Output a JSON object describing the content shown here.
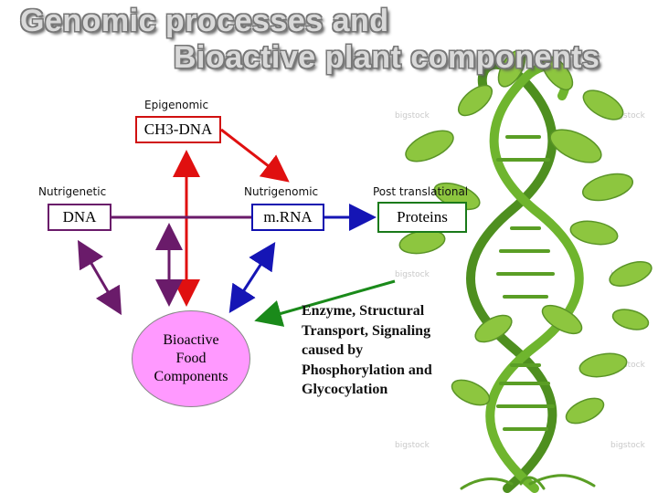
{
  "title": {
    "line1": "Genomic processes and",
    "line2": "Bioactive plant components"
  },
  "labels": {
    "epigenomic": "Epigenomic",
    "nutrigenetic": "Nutrigenetic",
    "nutrigenomic": "Nutrigenomic",
    "post_translational": "Post translational"
  },
  "boxes": {
    "ch3_dna": "CH3-DNA",
    "dna": "DNA",
    "mrna": "m.RNA",
    "proteins": "Proteins"
  },
  "bioactive": [
    "Bioactive",
    "Food",
    "Components"
  ],
  "effects": [
    "Enzyme, Structural",
    "Transport, Signaling",
    "caused by",
    "Phosphorylation and",
    "Glycocylation"
  ],
  "colors": {
    "red": "#e01010",
    "purple": "#6a1b6a",
    "blue": "#1515b5",
    "green": "#1a8a1a",
    "ellipse": "#ff99ff",
    "plant": "#6fb52e"
  }
}
